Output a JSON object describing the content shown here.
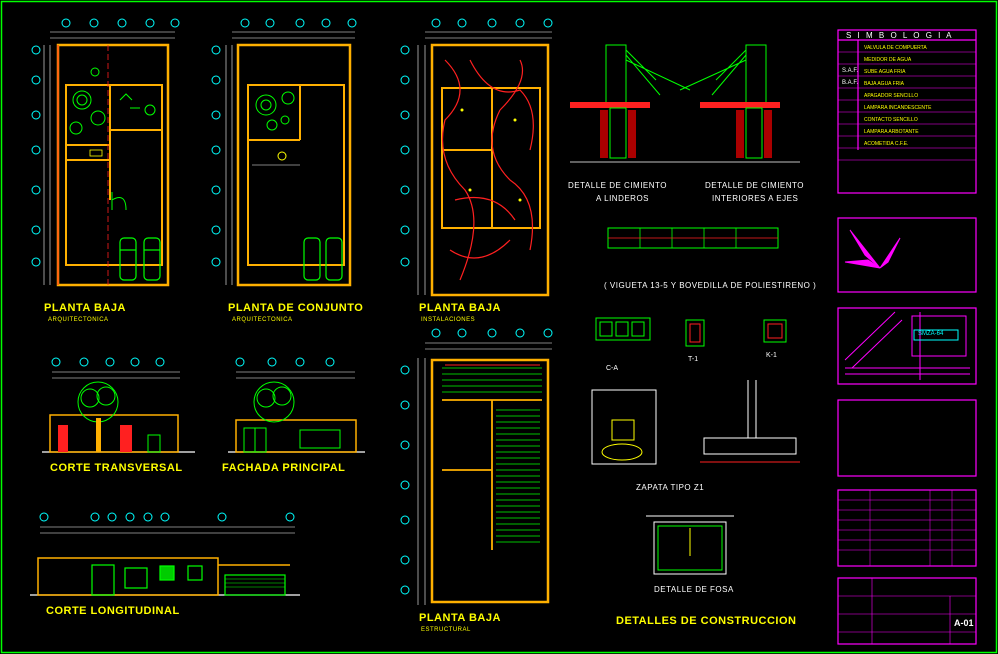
{
  "colors": {
    "background": "#000000",
    "walls": "#ffb000",
    "title_text": "#ffff00",
    "vegetation": "#00ff00",
    "grid_bubbles": "#00ffff",
    "electrical": "#ff0000",
    "legend_frame": "#ff00ff",
    "dimension_lines": "#ffffff"
  },
  "drawings": {
    "planta_baja_arq": {
      "title": "PLANTA BAJA",
      "subtitle": "ARQUITECTONICA"
    },
    "planta_conjunto": {
      "title": "PLANTA DE CONJUNTO",
      "subtitle": "ARQUITECTONICA"
    },
    "planta_baja_inst": {
      "title": "PLANTA BAJA",
      "subtitle": "INSTALACIONES"
    },
    "planta_baja_est": {
      "title": "PLANTA BAJA",
      "subtitle": "ESTRUCTURAL"
    },
    "corte_transversal": {
      "title": "CORTE TRANSVERSAL"
    },
    "fachada_principal": {
      "title": "FACHADA PRINCIPAL"
    },
    "corte_longitudinal": {
      "title": "CORTE LONGITUDINAL"
    }
  },
  "details": {
    "cimiento_linderos": {
      "line1": "DETALLE DE CIMIENTO",
      "line2": "A LINDEROS"
    },
    "cimiento_interiores": {
      "line1": "DETALLE DE CIMIENTO",
      "line2": "INTERIORES A EJES"
    },
    "vigueta": "( VIGUETA 13-5 Y BOVEDILLA DE POLIESTIRENO )",
    "ca": "C-A",
    "t1": "T-1",
    "k1": "K-1",
    "zapata": "ZAPATA TIPO Z1",
    "fosa": "DETALLE DE FOSA",
    "construccion": "DETALLES DE CONSTRUCCION"
  },
  "legend": {
    "title": "S I M B O L O G I A",
    "items": [
      {
        "symbol": "",
        "label": "VALVULA DE COMPUERTA"
      },
      {
        "symbol": "",
        "label": "MEDIDOR DE AGUA"
      },
      {
        "symbol": "S.A.F.",
        "label": "SUBE AGUA FRIA"
      },
      {
        "symbol": "B.A.F.",
        "label": "BAJA AGUA FRIA"
      },
      {
        "symbol": "",
        "label": "APAGADOR SENCILLO"
      },
      {
        "symbol": "",
        "label": "LAMPARA INCANDESCENTE"
      },
      {
        "symbol": "",
        "label": "CONTACTO SENCILLO"
      },
      {
        "symbol": "",
        "label": "LAMPARA ARBOTANTE"
      },
      {
        "symbol": "",
        "label": "ACOMETIDA C.F.E."
      }
    ]
  },
  "title_block": {
    "location_tag": "SMZA-64",
    "sheet_number": "A-01"
  }
}
